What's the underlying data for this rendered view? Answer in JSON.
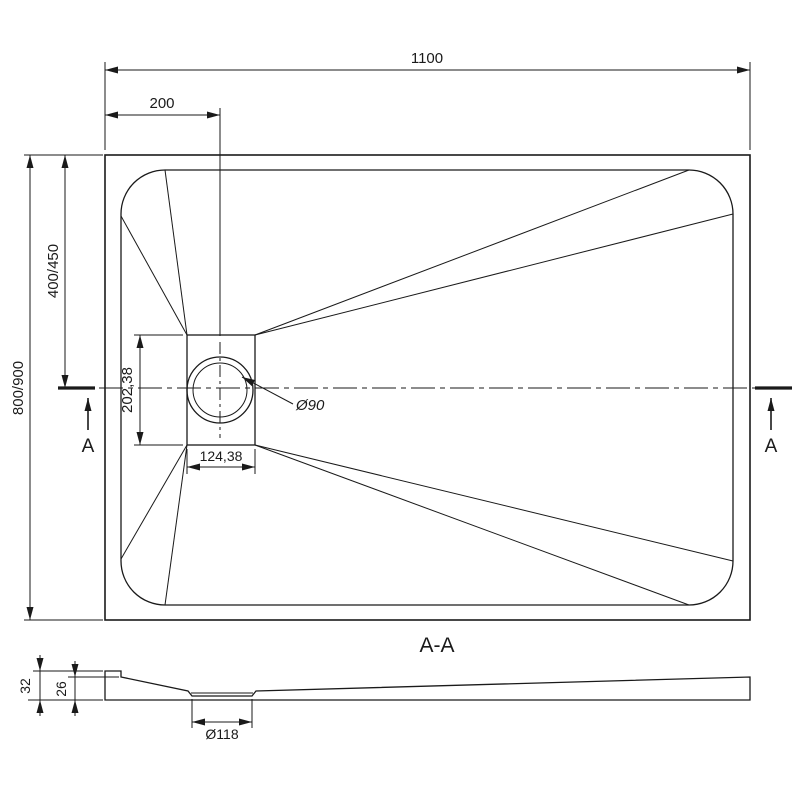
{
  "colors": {
    "line": "#1a1a1a",
    "background": "#ffffff"
  },
  "top_view": {
    "dims": {
      "overall_width": "1100",
      "drain_offset_x": "200",
      "center_offset_y": "400/450",
      "overall_depth": "800/900",
      "drain_box_height": "202,38",
      "drain_box_width": "124,38",
      "drain_diameter": "Ø90"
    },
    "section_marker": "A"
  },
  "section_view": {
    "title": "A-A",
    "dims": {
      "total_height": "32",
      "base_height": "26",
      "drain_hole_diameter": "Ø118"
    }
  }
}
